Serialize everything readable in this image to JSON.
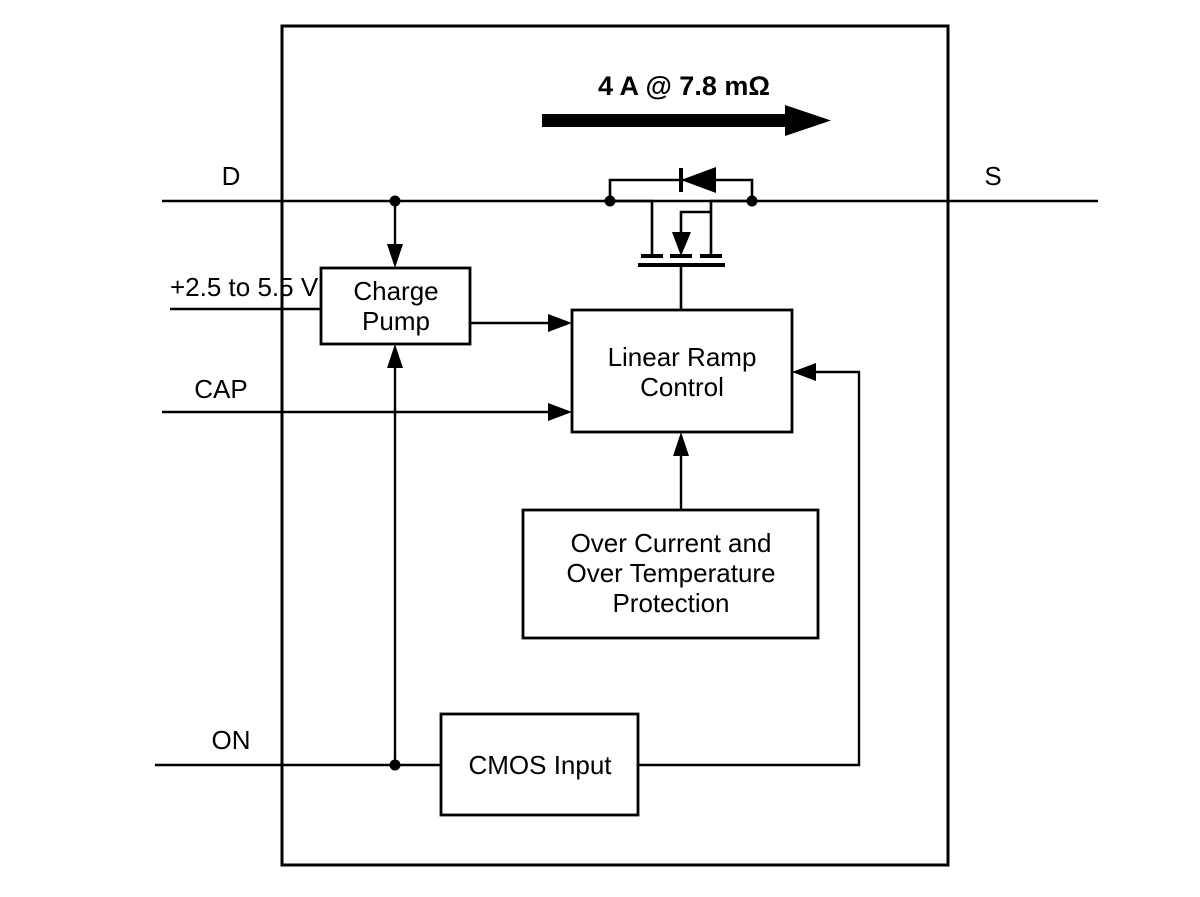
{
  "diagram": {
    "title": "4 A @ 7.8 mΩ",
    "frame": {
      "label": "device-package-boundary"
    },
    "pins": [
      {
        "id": "drain",
        "label": "D"
      },
      {
        "id": "source",
        "label": "S"
      },
      {
        "id": "supply",
        "label": "+2.5 to 5.5 V"
      },
      {
        "id": "cap",
        "label": "CAP"
      },
      {
        "id": "on",
        "label": "ON"
      }
    ],
    "blocks": [
      {
        "id": "charge-pump",
        "lines": [
          "Charge",
          "Pump"
        ]
      },
      {
        "id": "linear-ramp",
        "lines": [
          "Linear Ramp",
          "Control"
        ]
      },
      {
        "id": "protection",
        "lines": [
          "Over Current and",
          "Over Temperature",
          "Protection"
        ]
      },
      {
        "id": "cmos-input",
        "lines": [
          "CMOS Input"
        ]
      }
    ],
    "symbols": [
      {
        "id": "nmos-power-fet",
        "name": "n-channel-power-mosfet-with-body-diode"
      },
      {
        "id": "current-arrow",
        "name": "current-flow-arrow"
      }
    ],
    "colors": {
      "line": "#000000",
      "background": "#ffffff",
      "text": "#000000"
    }
  }
}
